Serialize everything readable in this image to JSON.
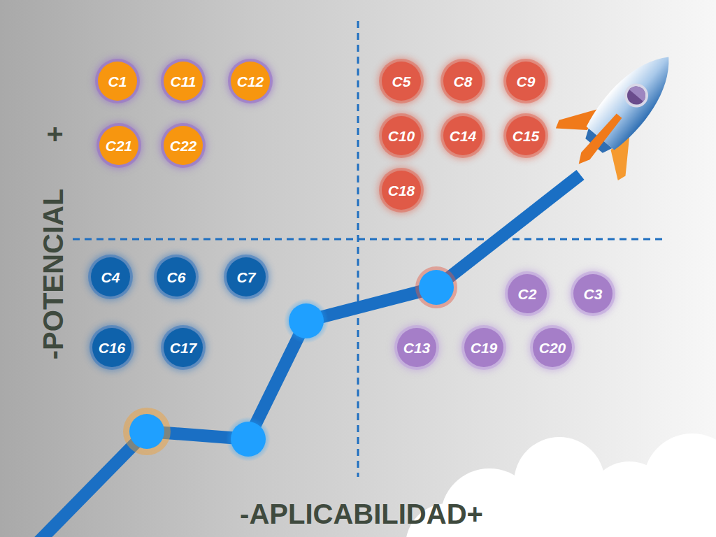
{
  "diagram": {
    "nodes": [
      {
        "text": [
          "C1"
        ]
      },
      {
        "text": [
          "C11"
        ]
      },
      {
        "text": [
          "C12"
        ]
      },
      {
        "text": [
          "C5"
        ]
      },
      {
        "text": [
          "C8"
        ]
      },
      {
        "text": [
          "C9"
        ]
      },
      {
        "text": [
          "C21"
        ]
      },
      {
        "text": [
          "C22"
        ]
      },
      {
        "text": [
          "C10"
        ]
      },
      {
        "text": [
          "C14"
        ]
      },
      {
        "text": [
          "C15"
        ]
      },
      {
        "text": [
          "C18"
        ]
      },
      {
        "text": [
          "C4"
        ]
      },
      {
        "text": [
          "C6"
        ]
      },
      {
        "text": [
          "C7"
        ]
      },
      {
        "text": [
          "C2"
        ]
      },
      {
        "text": [
          "C3"
        ]
      },
      {
        "text": [
          "C16"
        ]
      },
      {
        "text": [
          "C17"
        ]
      },
      {
        "text": [
          "C13"
        ]
      },
      {
        "text": [
          "C19"
        ]
      },
      {
        "text": [
          "C20"
        ]
      }
    ],
    "labels": [
      "+",
      "-POTENCIAL",
      "-APLICABILIDAD+"
    ]
  }
}
